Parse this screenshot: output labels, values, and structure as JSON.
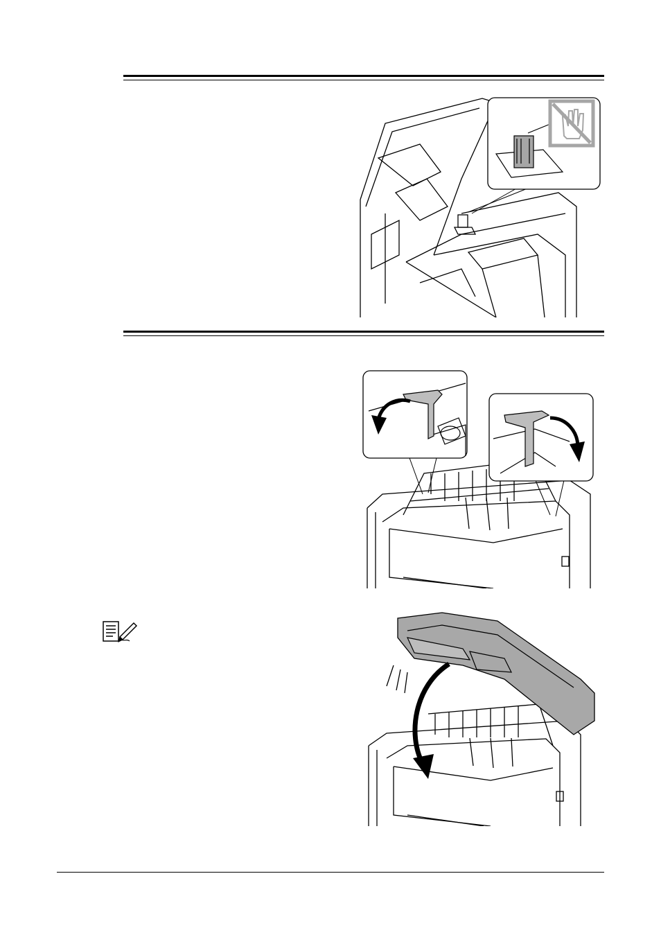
{
  "page": {
    "sections": [
      {
        "id": "section-1",
        "rule": "double"
      },
      {
        "id": "section-2",
        "rule": "double"
      }
    ],
    "figures": [
      {
        "id": "fuser-interior",
        "callout": "do-not-touch-hand-icon"
      },
      {
        "id": "fuser-levers",
        "callout": "lever-rotation-arrows"
      },
      {
        "id": "close-top-cover",
        "callout": "downward-curved-arrow"
      }
    ],
    "note_icon": "note-pencil-icon"
  },
  "colors": {
    "ink": "#000000",
    "callout_gray": "#a6a6a6",
    "lever_gray": "#bdbdbd",
    "cover_gray": "#a8a8a8",
    "background": "#ffffff"
  }
}
